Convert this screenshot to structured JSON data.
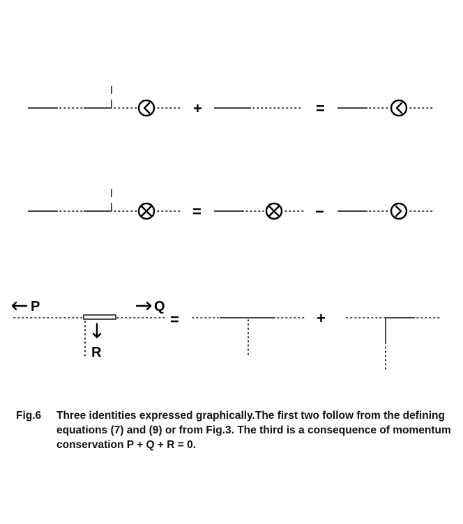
{
  "figure": {
    "operators": {
      "plus": "+",
      "equals": "=",
      "minus": "−"
    },
    "labels": {
      "p": "P",
      "q": "Q",
      "r": "R"
    },
    "icons": {
      "left_vertex": "left-chevron-vertex-icon",
      "cross_vertex": "crossed-circle-vertex-icon",
      "right_vertex": "right-chevron-vertex-icon",
      "arrows": [
        "left-arrow-icon",
        "right-arrow-icon",
        "down-arrow-icon"
      ]
    }
  },
  "caption": {
    "fig_label": "Fig.6",
    "text": "Three identities expressed graphically.The first two follow from the defining equations (7) and (9) or from Fig.3. The third is a consequence of momentum conservation   P + Q + R = 0."
  }
}
